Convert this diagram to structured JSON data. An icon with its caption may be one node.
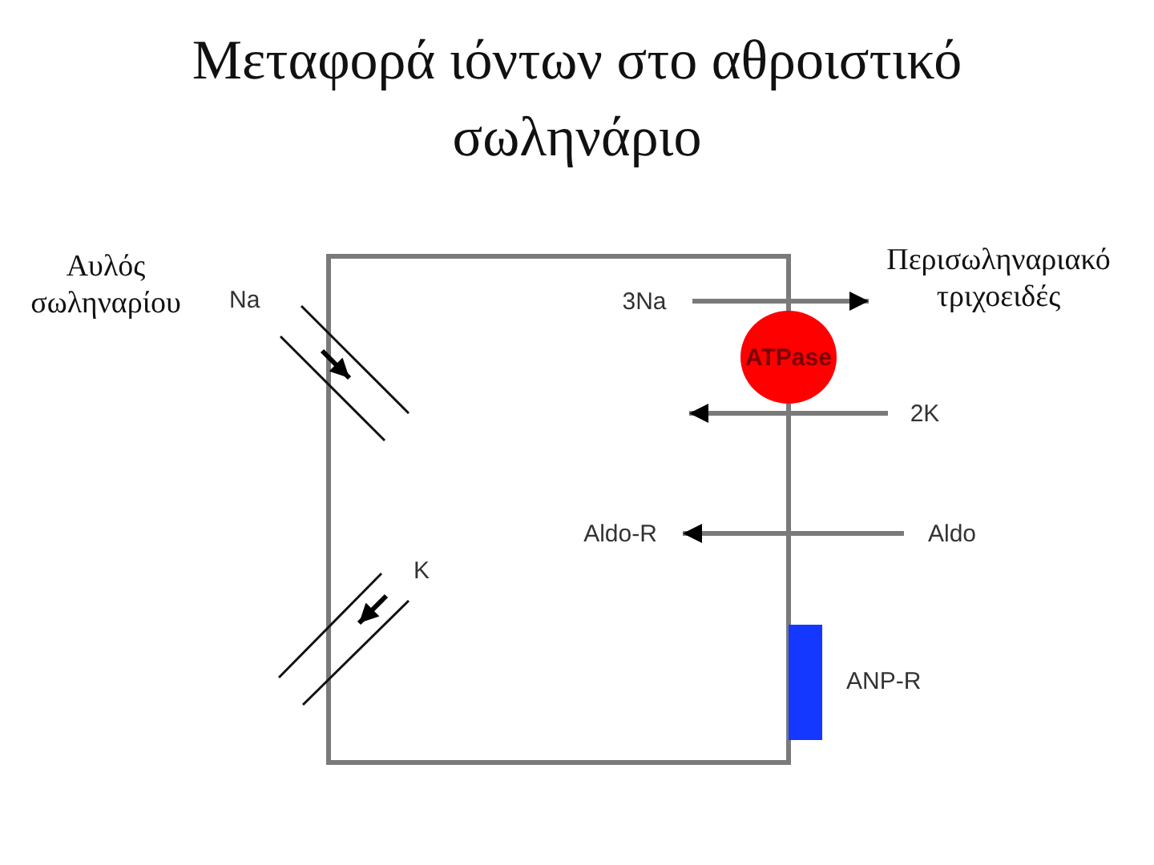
{
  "diagram": {
    "title": "Μεταφορά ιόντων στο αθροιστικό σωληνάριο",
    "nodes": [
      {
        "text": [
          "Περισωληναριακό τριχοειδές"
        ]
      },
      {
        "text": [
          "3Na"
        ]
      },
      {
        "text": [
          "ATPase"
        ]
      },
      {
        "text": [
          "2K"
        ]
      },
      {
        "text": [
          "Aldo-R"
        ]
      },
      {
        "text": [
          "Aldo"
        ]
      },
      {
        "text": [],
        "shape": "bar",
        "beside": [
          "ANP-R"
        ]
      }
    ],
    "edges": [
      {
        "from": 1,
        "to": 0,
        "arrow": "to"
      },
      {
        "from": 3,
        "to": null,
        "arrow": "to"
      },
      {
        "from": 5,
        "to": 4,
        "arrow": "to"
      }
    ],
    "labels": [
      "Αυλός σωληναρίου",
      "Na",
      "K"
    ]
  }
}
